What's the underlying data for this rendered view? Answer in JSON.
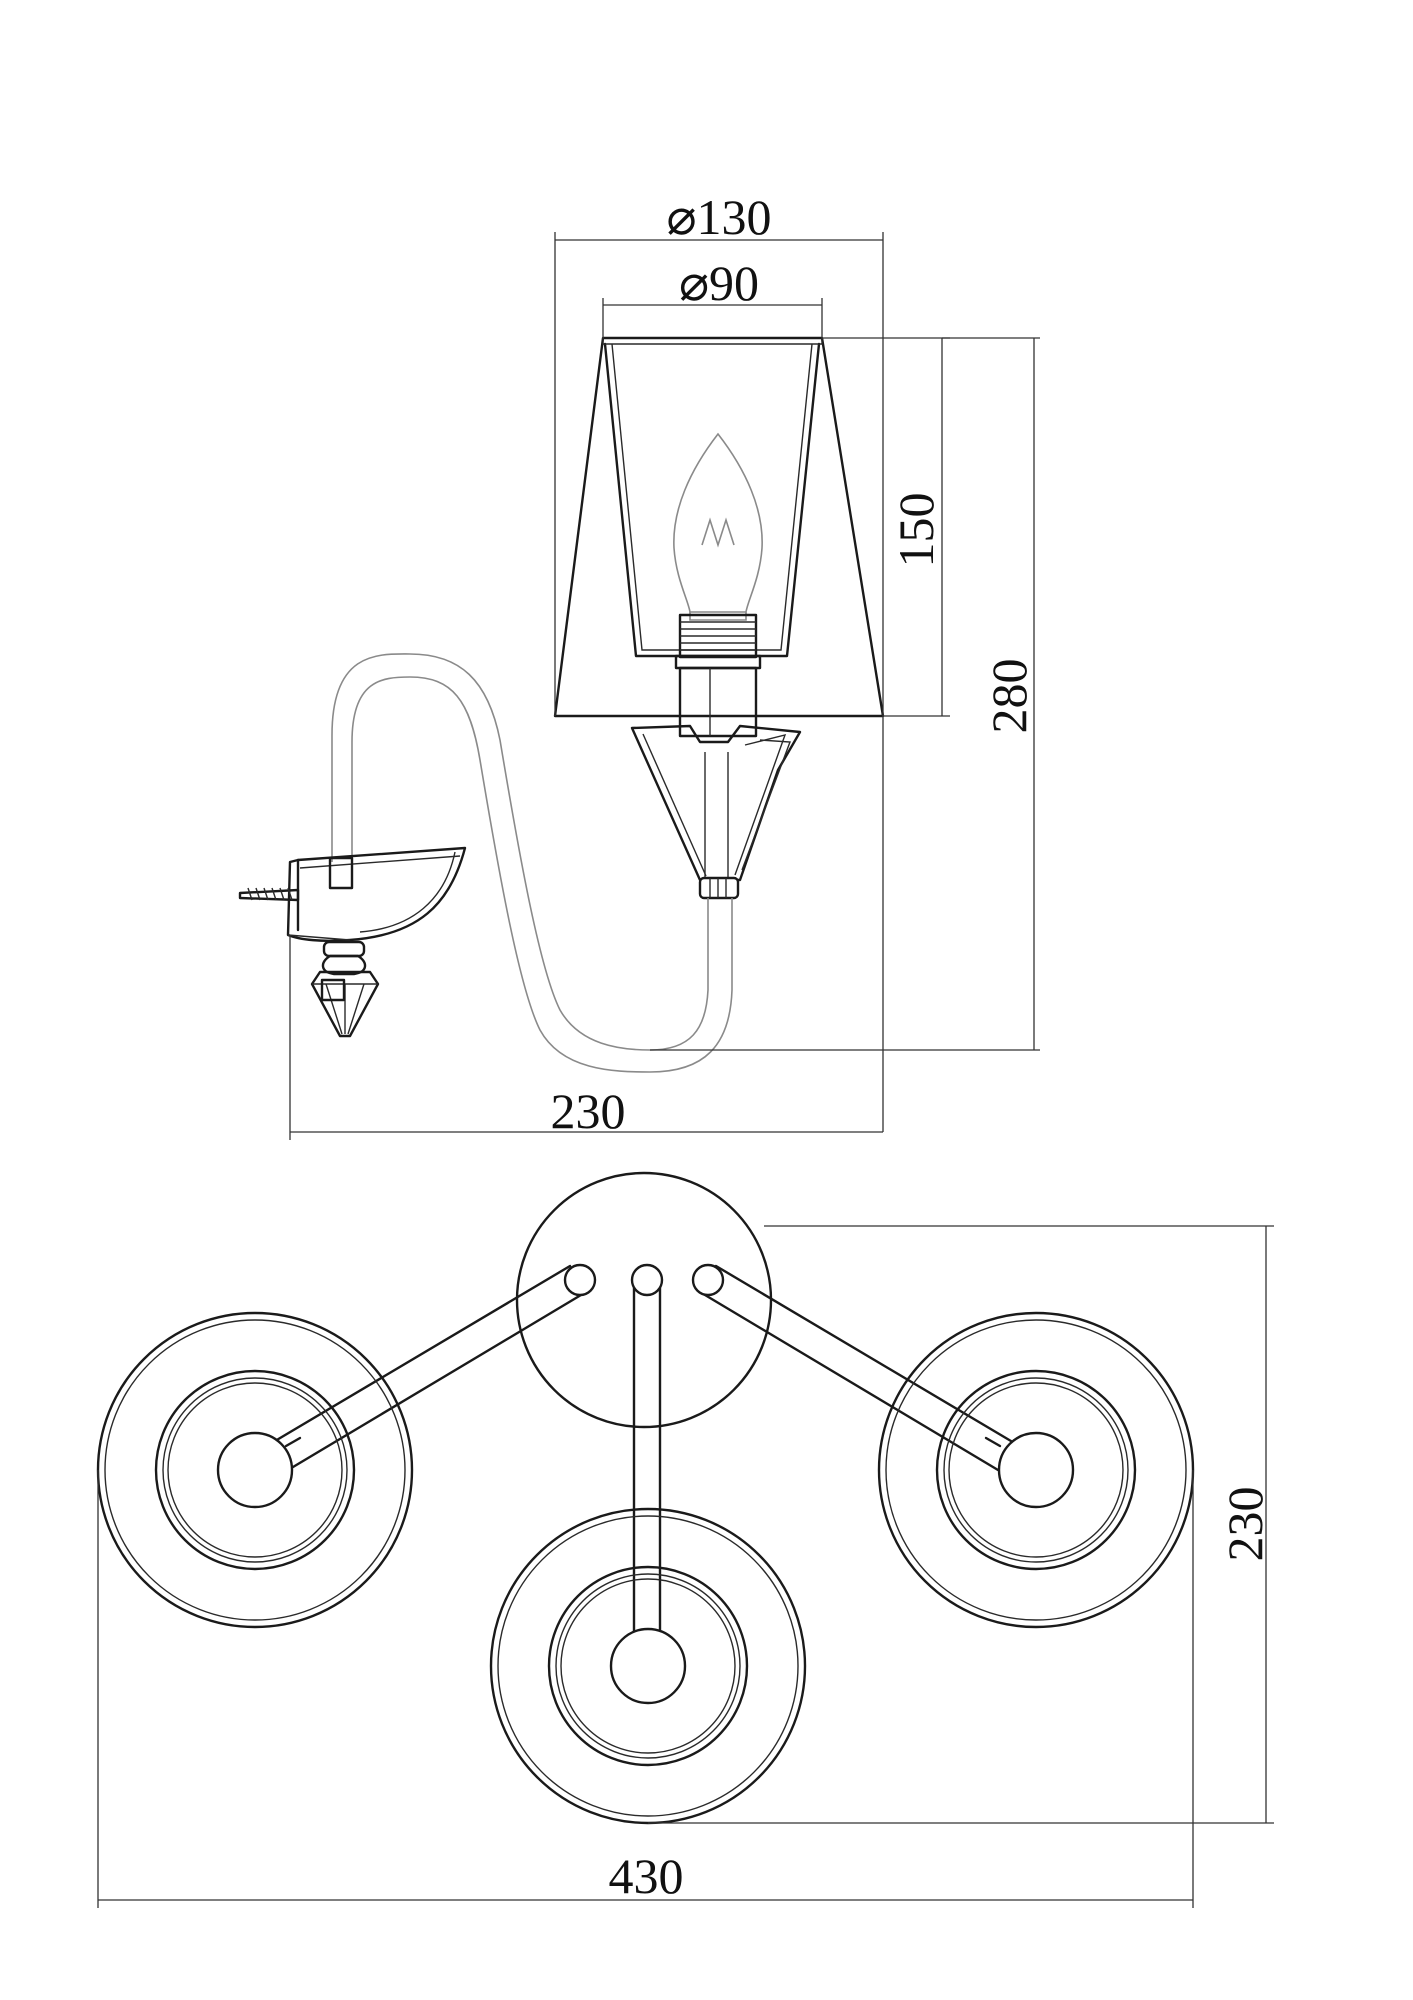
{
  "drawing": {
    "side_view": {
      "shade_outer_diameter": "⌀130",
      "shade_inner_diameter": "⌀90",
      "shade_height": "150",
      "total_height": "280",
      "projection": "230"
    },
    "top_view": {
      "depth": "230",
      "width": "430"
    }
  }
}
